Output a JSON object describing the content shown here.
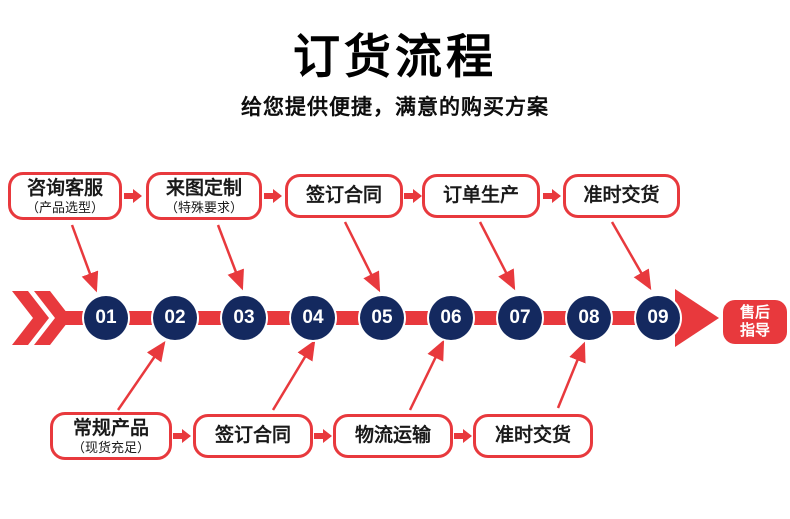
{
  "header": {
    "title": "订货流程",
    "subtitle": "给您提供便捷，满意的购买方案"
  },
  "colors": {
    "accent_red": "#e8393d",
    "circle_navy": "#14295f",
    "text_black": "#000000",
    "box_text_white": "#ffffff"
  },
  "top_row": [
    {
      "label": "咨询客服",
      "sublabel": "（产品选型）"
    },
    {
      "label": "来图定制",
      "sublabel": "（特殊要求）"
    },
    {
      "label": "签订合同",
      "sublabel": ""
    },
    {
      "label": "订单生产",
      "sublabel": ""
    },
    {
      "label": "准时交货",
      "sublabel": ""
    }
  ],
  "bottom_row": [
    {
      "label": "常规产品",
      "sublabel": "（现货充足）"
    },
    {
      "label": "签订合同",
      "sublabel": ""
    },
    {
      "label": "物流运输",
      "sublabel": ""
    },
    {
      "label": "准时交货",
      "sublabel": ""
    }
  ],
  "timeline": {
    "steps": [
      "01",
      "02",
      "03",
      "04",
      "05",
      "06",
      "07",
      "08",
      "09"
    ],
    "end_label_line1": "售后",
    "end_label_line2": "指导"
  }
}
